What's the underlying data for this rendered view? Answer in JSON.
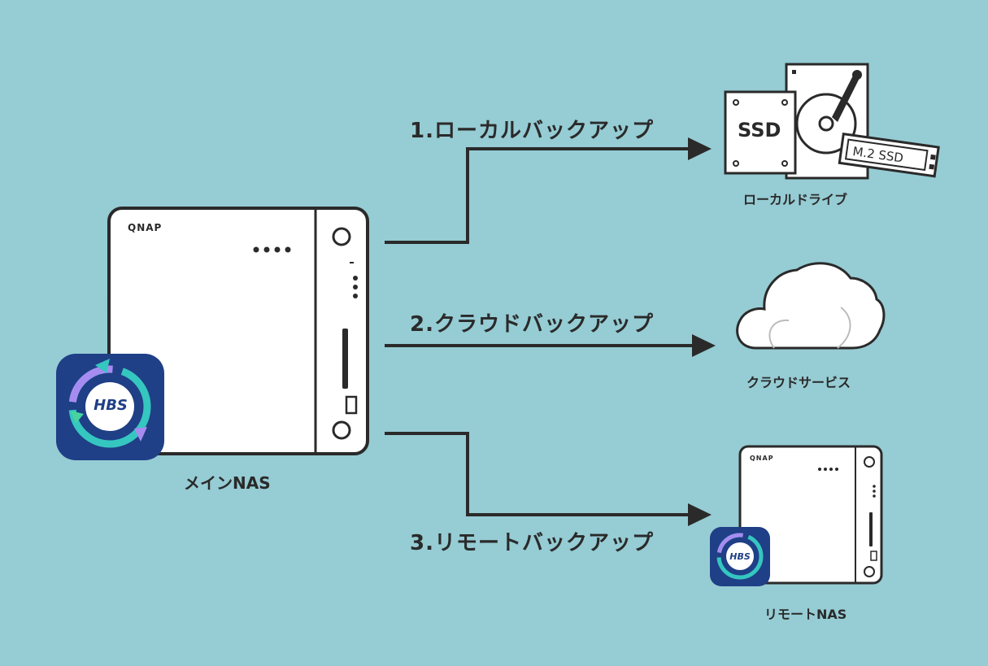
{
  "main_nas": {
    "label": "メインNAS",
    "brand": "QNAP",
    "app_icon_text": "HBS"
  },
  "routes": [
    {
      "label": "1.ローカルバックアップ"
    },
    {
      "label": "2.クラウドバックアップ"
    },
    {
      "label": "3.リモートバックアップ"
    }
  ],
  "destinations": {
    "local": {
      "label": "ローカルドライブ",
      "ssd_text": "SSD",
      "m2_text": "M.2 SSD"
    },
    "cloud": {
      "label": "クラウドサービス"
    },
    "remote": {
      "label": "リモートNAS",
      "brand": "QNAP",
      "app_icon_text": "HBS"
    }
  },
  "colors": {
    "background": "#96ccd4",
    "line": "#2a2a2a",
    "device": "#ffffff",
    "icon_bg": "#1f3f86"
  }
}
